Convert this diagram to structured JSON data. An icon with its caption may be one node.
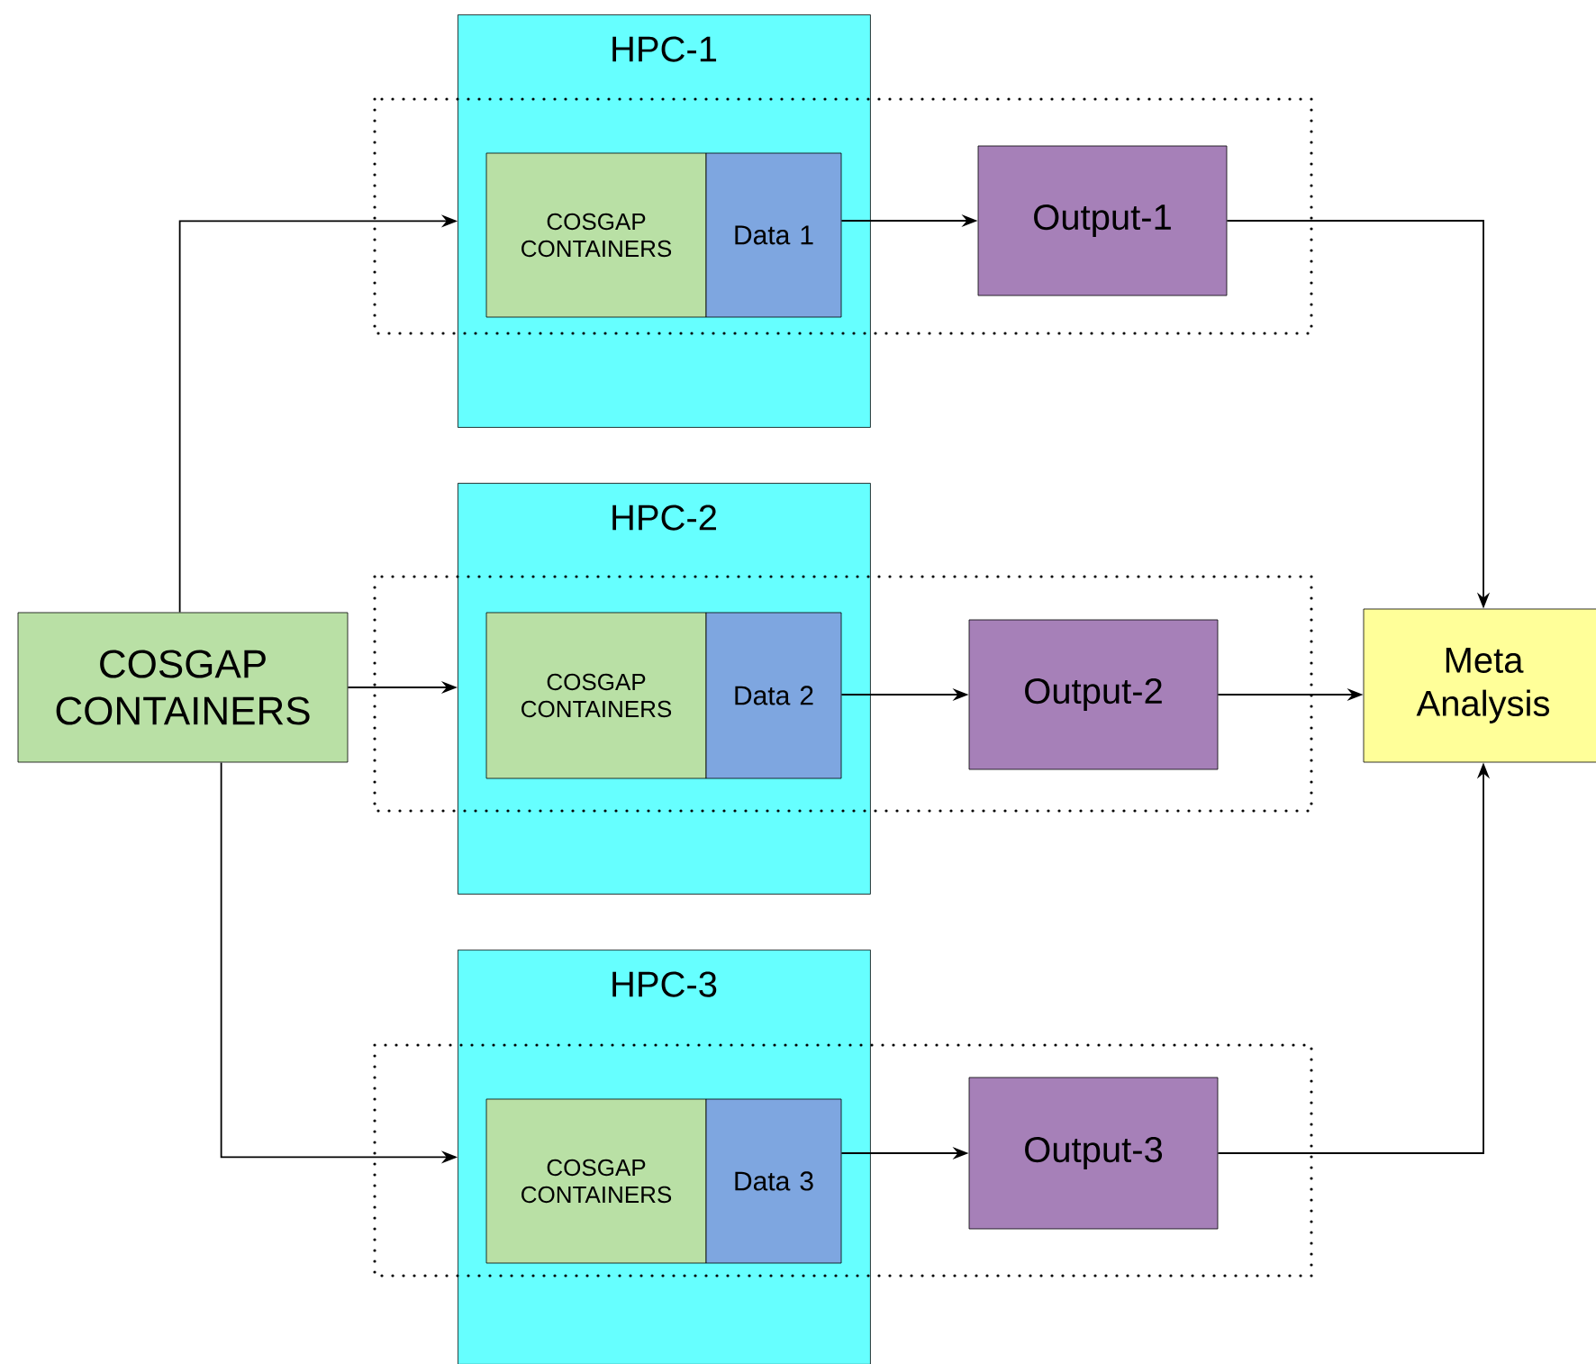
{
  "diagram": {
    "nodes": [
      {
        "text": [
          "HPC-1"
        ]
      },
      {
        "text": [
          "COSGAP CONTAINERS"
        ],
        "in": 0
      },
      {
        "text": [
          "Data 1"
        ],
        "in": 0
      },
      {
        "text": [
          "Output-1"
        ]
      },
      {
        "text": [
          "HPC-2"
        ]
      },
      {
        "text": [
          "COSGAP CONTAINERS"
        ],
        "in": 4
      },
      {
        "text": [
          "Data 2"
        ],
        "in": 4
      },
      {
        "text": [
          "Output-2"
        ]
      },
      {
        "text": [
          "COSGAP CONTAINERS"
        ]
      },
      {
        "text": [
          "Meta Analysis"
        ]
      },
      {
        "text": [
          "HPC-3"
        ]
      },
      {
        "text": [
          "COSGAP CONTAINERS"
        ],
        "in": 10
      },
      {
        "text": [
          "Data 3"
        ],
        "in": 10
      },
      {
        "text": [
          "Output-3"
        ]
      }
    ],
    "edges": [
      {
        "from": 8,
        "to": 0,
        "arrow": "to"
      },
      {
        "from": 8,
        "to": 4,
        "arrow": "to"
      },
      {
        "from": 8,
        "to": 10,
        "arrow": "to"
      },
      {
        "from": 2,
        "to": 3,
        "arrow": "to"
      },
      {
        "from": 6,
        "to": 7,
        "arrow": "to"
      },
      {
        "from": 12,
        "to": 13,
        "arrow": "to"
      },
      {
        "from": 3,
        "to": 9,
        "arrow": "to"
      },
      {
        "from": 7,
        "to": 9,
        "arrow": "to"
      },
      {
        "from": 13,
        "to": 9,
        "arrow": "to"
      }
    ]
  }
}
